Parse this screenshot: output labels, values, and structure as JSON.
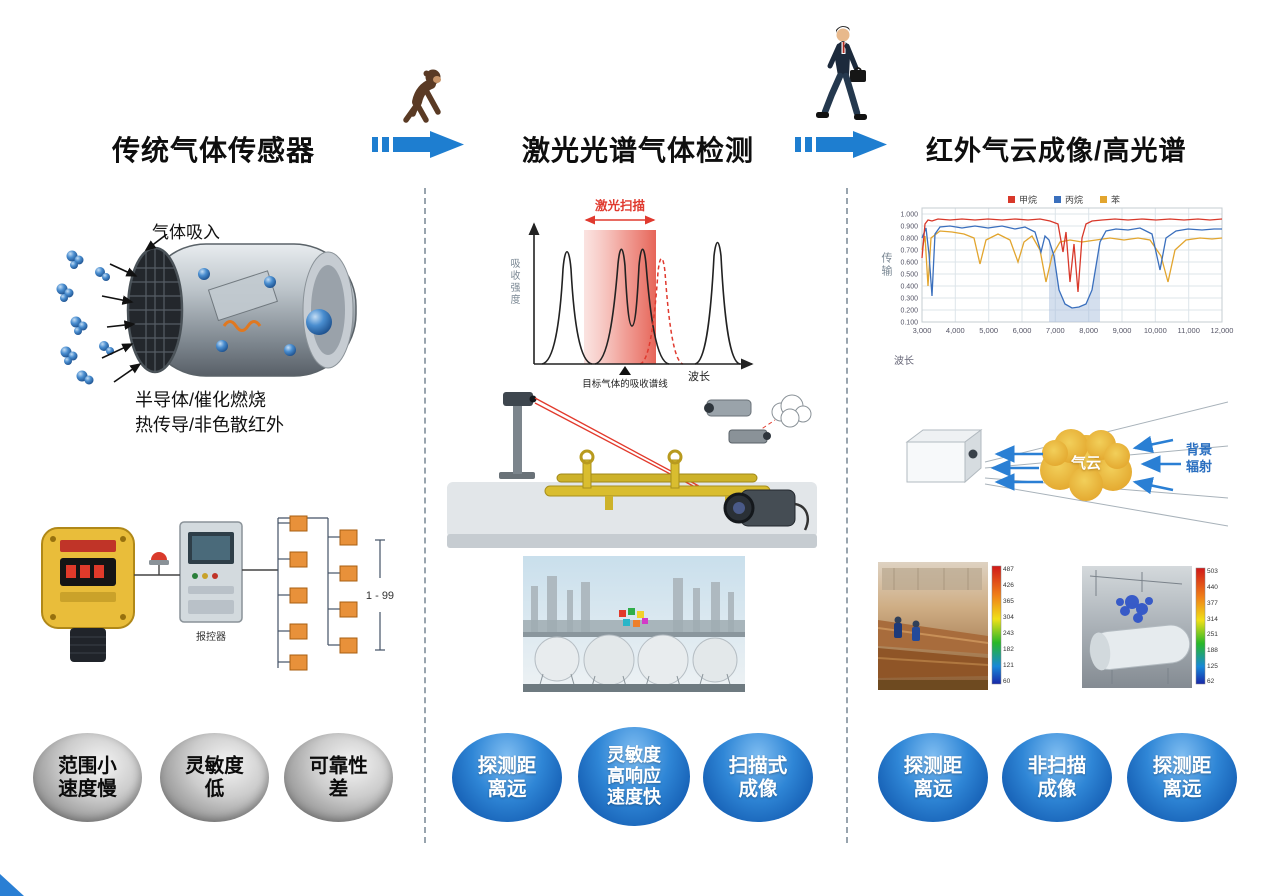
{
  "header": {
    "stage1_title": "传统气体传感器",
    "stage2_title": "激光光谱气体检测",
    "stage3_title": "红外气云成像/高光谱"
  },
  "stage1": {
    "intake_label": "气体吸入",
    "caption_line1": "半导体/催化燃烧",
    "caption_line2": "热传导/非色散红外",
    "controller_label": "报控器",
    "range_label": "1 - 99",
    "bubbles": [
      {
        "lines": [
          "范围小",
          "速度慢"
        ]
      },
      {
        "lines": [
          "灵敏度",
          "低"
        ]
      },
      {
        "lines": [
          "可靠性",
          "差"
        ]
      }
    ]
  },
  "stage2": {
    "spectrum_chart": {
      "scan_label": "激光扫描",
      "y_axis_label": "吸收强度",
      "x_axis_label": "波长",
      "annotation": "目标气体的吸收谱线"
    },
    "bubbles": [
      {
        "lines": [
          "探测距",
          "离远"
        ]
      },
      {
        "lines": [
          "灵敏度",
          "高响应",
          "速度快"
        ]
      },
      {
        "lines": [
          "扫描式",
          "成像"
        ]
      }
    ]
  },
  "stage3": {
    "transmission_chart": {
      "legend": [
        {
          "label": "甲烷",
          "color": "#d8382a"
        },
        {
          "label": "丙烷",
          "color": "#3a6fbd"
        },
        {
          "label": "苯",
          "color": "#e2a52e"
        }
      ],
      "y_axis_label": "传输",
      "x_axis_label": "波长",
      "y_ticks": [
        "1.000",
        "0.900",
        "0.800",
        "0.700",
        "0.600",
        "0.500",
        "0.400",
        "0.300",
        "0.200",
        "0.100"
      ],
      "x_ticks": [
        "3,000",
        "4,000",
        "5,000",
        "6,000",
        "7,000",
        "8,000",
        "9,000",
        "10,000",
        "11,000",
        "12,000"
      ]
    },
    "cloud_diagram": {
      "cloud_label": "气云",
      "radiation_line1": "背景",
      "radiation_line2": "辐射"
    },
    "thermal_left_scale": [
      "487",
      "426",
      "365",
      "304",
      "243",
      "182",
      "121",
      "60"
    ],
    "thermal_right_scale": [
      "503",
      "440",
      "377",
      "314",
      "251",
      "188",
      "125",
      "62"
    ],
    "bubbles": [
      {
        "lines": [
          "探测距",
          "离远"
        ]
      },
      {
        "lines": [
          "非扫描",
          "成像"
        ]
      },
      {
        "lines": [
          "探测距",
          "离远"
        ]
      }
    ]
  }
}
